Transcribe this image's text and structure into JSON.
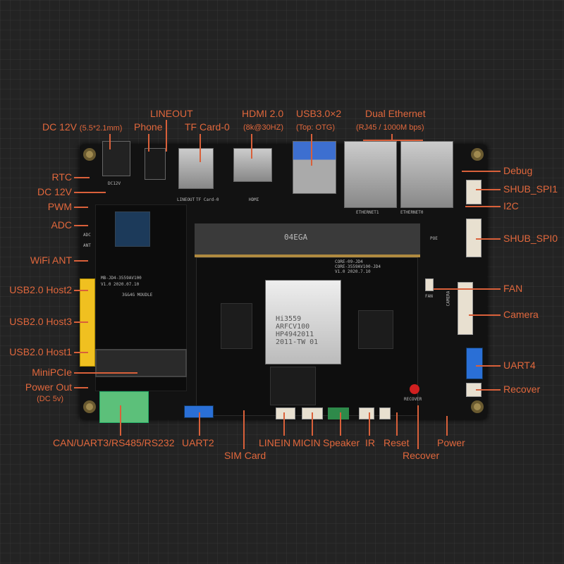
{
  "colors": {
    "label": "#e0673c",
    "background": "#232323",
    "board": "#121212"
  },
  "top_labels": {
    "dc12v": "DC 12V",
    "dc12v_sub": "(5.5*2.1mm)",
    "lineout": "LINEOUT",
    "phone": "Phone",
    "tf_card": "TF Card-0",
    "hdmi": "HDMI 2.0",
    "hdmi_sub": "(8k@30HZ)",
    "usb3": "USB3.0×2",
    "usb3_sub": "(Top: OTG)",
    "ethernet": "Dual Ethernet",
    "ethernet_sub": "(RJ45 / 1000M bps)"
  },
  "left_labels": [
    "RTC",
    "DC 12V",
    "PWM",
    "ADC",
    "WiFi ANT",
    "USB2.0 Host2",
    "USB2.0 Host3",
    "USB2.0 Host1",
    "MiniPCIe",
    "Power Out"
  ],
  "power_out_sub": "(DC 5v)",
  "right_labels": [
    "Debug",
    "SHUB_SPI1",
    "I2C",
    "SHUB_SPI0",
    "FAN",
    "Camera",
    "UART4",
    "Recover"
  ],
  "bottom_labels": [
    "CAN/UART3/RS485/RS232",
    "UART2",
    "SIM Card",
    "LINEIN",
    "MICIN",
    "Speaker",
    "IR",
    "Reset",
    "Recover",
    "Power"
  ],
  "silkscreen": {
    "core1": "CORE-09-JD4",
    "core2": "CORE-3559AV100-JD4",
    "core_ver": "V1.0 2020.7.10",
    "soc": [
      "Hi3559",
      "ARFCV100",
      "HP4942011",
      "2011-TW   01"
    ],
    "mb": "MB-JD4-3559AV100",
    "mb_ver": "V1.0 2020.07.10",
    "module": "3G&4G MOUDLE",
    "slot": "04EGA",
    "lineout": "LINEOUT",
    "tf": "TF Card-0",
    "hdmi": "HDMI",
    "eth1": "ETHERNET1",
    "eth0": "ETHERNET0",
    "dc": "DC12V",
    "ant": "ANT",
    "adc": "ADC",
    "fan": "FAN",
    "camera": "CAMERA",
    "poe": "POE",
    "recover": "RECOVER"
  }
}
